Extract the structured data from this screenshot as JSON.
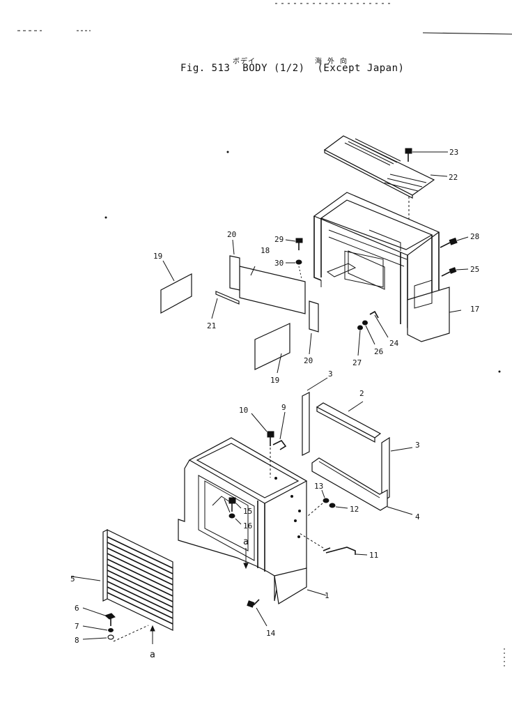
{
  "header": {
    "jp_body": "ボデイ",
    "jp_except": "海 外 向",
    "fig_label": "Fig. 513",
    "title": "BODY",
    "fraction": "(1/2)",
    "qualifier": "(Except Japan)"
  },
  "labels": {
    "p1": "1",
    "p2": "2",
    "p3a": "3",
    "p3b": "3",
    "p4": "4",
    "p5": "5",
    "p6": "6",
    "p7": "7",
    "p8": "8",
    "p9": "9",
    "p10": "10",
    "p11": "11",
    "p12": "12",
    "p13": "13",
    "p14": "14",
    "p15": "15",
    "p16": "16",
    "p17": "17",
    "p18": "18",
    "p19a": "19",
    "p19b": "19",
    "p20a": "20",
    "p20b": "20",
    "p21": "21",
    "p22": "22",
    "p23": "23",
    "p24": "24",
    "p25": "25",
    "p26": "26",
    "p27": "27",
    "p28": "28",
    "p29": "29",
    "p30": "30",
    "ref_a1": "a",
    "ref_a2": "a"
  }
}
